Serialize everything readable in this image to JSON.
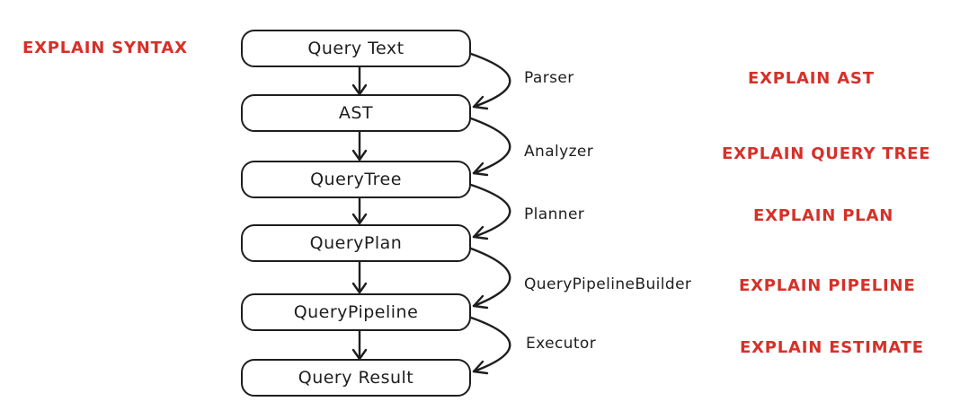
{
  "diagram": {
    "nodes": [
      {
        "id": "query-text",
        "label": "Query Text"
      },
      {
        "id": "ast",
        "label": "AST"
      },
      {
        "id": "query-tree",
        "label": "QueryTree"
      },
      {
        "id": "query-plan",
        "label": "QueryPlan"
      },
      {
        "id": "query-pipeline",
        "label": "QueryPipeline"
      },
      {
        "id": "query-result",
        "label": "Query Result"
      }
    ],
    "stages": [
      {
        "label": "Parser"
      },
      {
        "label": "Analyzer"
      },
      {
        "label": "Planner"
      },
      {
        "label": "QueryPipelineBuilder"
      },
      {
        "label": "Executor"
      }
    ],
    "explain_commands": [
      {
        "text": "EXPLAIN SYNTAX"
      },
      {
        "text": "EXPLAIN AST"
      },
      {
        "text": "EXPLAIN QUERY TREE"
      },
      {
        "text": "EXPLAIN PLAN"
      },
      {
        "text": "EXPLAIN PIPELINE"
      },
      {
        "text": "EXPLAIN ESTIMATE"
      }
    ],
    "colors": {
      "stroke": "#1e1e1e",
      "explain_red": "#d63029",
      "background": "#ffffff"
    }
  }
}
